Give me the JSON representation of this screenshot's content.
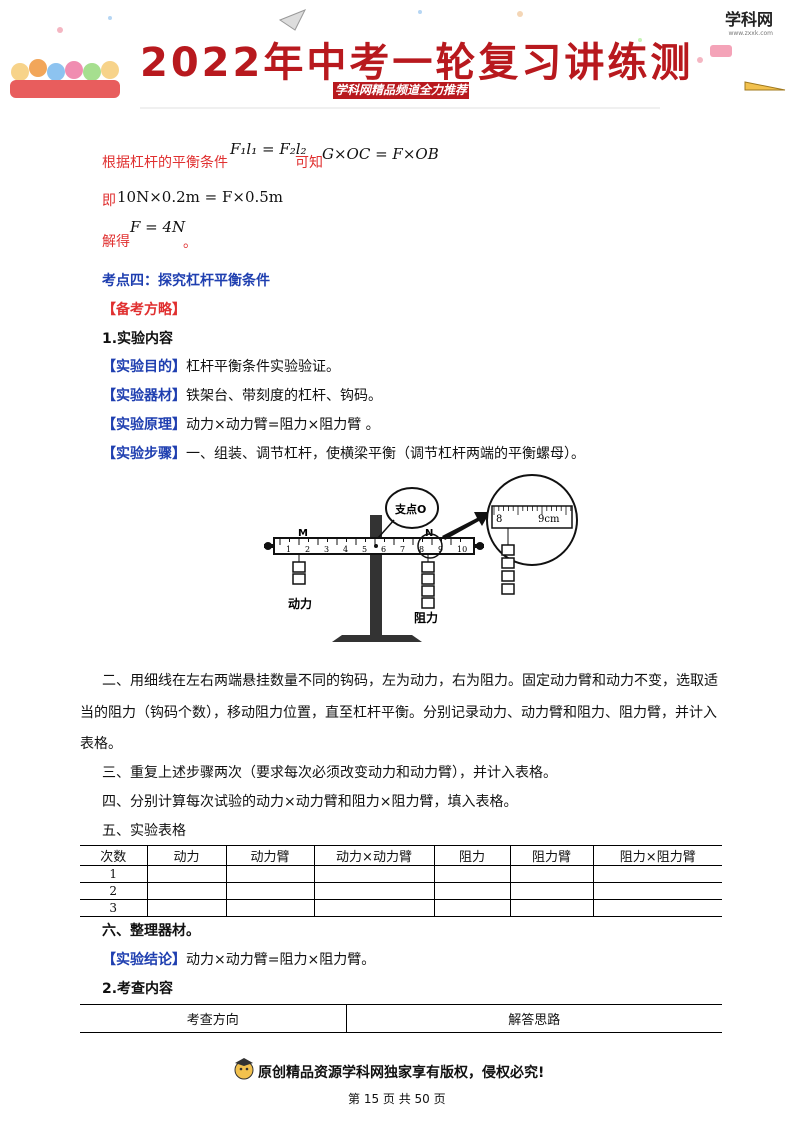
{
  "header": {
    "title": "2022年中考一轮复习讲练测",
    "subtitle": "学科网精品频道全力推荐",
    "logo": "学科网",
    "logo_url_text": "www.zxxk.com"
  },
  "content": {
    "line1_label": "根据杠杆的平衡条件",
    "line1_formula": "F₁l₁ = F₂l₂",
    "line1_mid": "可知",
    "line1_eq": "G×OC = F×OB",
    "line2_prefix": "即",
    "line2_eq": "10N×0.2m = F×0.5m",
    "line3_label": "解得",
    "line3_eq": "F = 4N",
    "line3_end": "。",
    "section_title": "考点四：探究杠杆平衡条件",
    "prep_title": "【备考方略】",
    "h1": "1.实验内容",
    "purpose_tag": "【实验目的】",
    "purpose": "杠杆平衡条件实验验证。",
    "equip_tag": "【实验器材】",
    "equip": "铁架台、带刻度的杠杆、钩码。",
    "principle_tag": "【实验原理】",
    "principle": "动力×动力臂=阻力×阻力臂 。",
    "steps_tag": "【实验步骤】",
    "steps1": "一、组装、调节杠杆，使横梁平衡（调节杠杆两端的平衡螺母）。",
    "steps2a": "二、用细线在左右两端悬挂数量不同的钩码，左为动力，右为阻力。固定动力臂和动力不变，选取适",
    "steps2b": "当的阻力（钩码个数），移动阻力位置，直至杠杆平衡。分别记录动力、动力臂和阻力、阻力臂，并计入",
    "steps2c": "表格。",
    "steps3": "三、重复上述步骤两次（要求每次必须改变动力和动力臂），并计入表格。",
    "steps4": "四、分别计算每次试验的动力×动力臂和阻力×阻力臂，填入表格。",
    "steps5": "五、实验表格",
    "steps6": "六、整理器材。",
    "concl_tag": "【实验结论】",
    "concl": "动力×动力臂=阻力×阻力臂。",
    "h2": "2.考查内容"
  },
  "figure": {
    "pivot_label": "支点O",
    "m_label": "M",
    "n_label": "N",
    "effort_label": "动力",
    "load_label": "阻力",
    "scale_ticks": [
      "1",
      "2",
      "3",
      "4",
      "5",
      "6",
      "7",
      "8",
      "9",
      "10"
    ],
    "zoom_8": "8",
    "zoom_9cm": "9cm"
  },
  "table1": {
    "headers": [
      "次数",
      "动力",
      "动力臂",
      "动力×动力臂",
      "阻力",
      "阻力臂",
      "阻力×阻力臂"
    ],
    "rows": [
      "1",
      "2",
      "3"
    ]
  },
  "table2": {
    "headers": [
      "考查方向",
      "解答思路"
    ]
  },
  "footer": {
    "notice": "原创精品资源学科网独家享有版权，侵权必究!",
    "page": "第 15 页 共 50 页"
  }
}
